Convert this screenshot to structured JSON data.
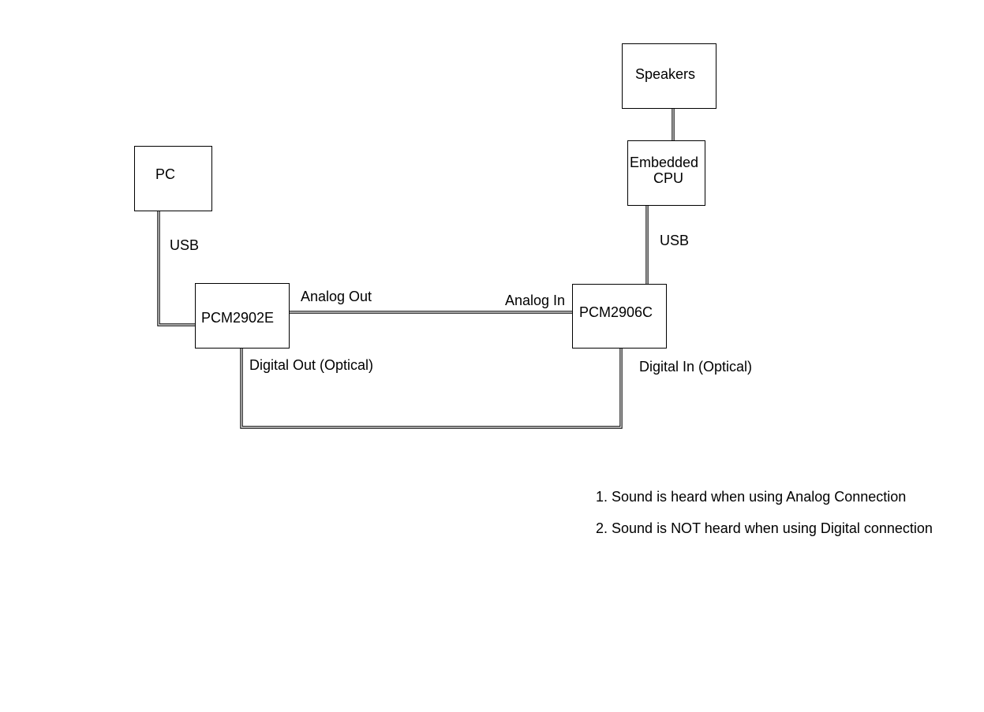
{
  "nodes": {
    "pc": {
      "label": "PC"
    },
    "pcm2902e": {
      "label": "PCM2902E"
    },
    "pcm2906c": {
      "label": "PCM2906C"
    },
    "embedded_cpu": {
      "line1": "Embedded",
      "line2": "CPU"
    },
    "speakers": {
      "label": "Speakers"
    }
  },
  "connections": {
    "pc_usb": "USB",
    "cpu_usb": "USB",
    "analog_out": "Analog Out",
    "analog_in": "Analog In",
    "digital_out": "Digital Out (Optical)",
    "digital_in": "Digital In (Optical)"
  },
  "notes": [
    "1. Sound is heard when using Analog Connection",
    "2. Sound is NOT heard when using Digital connection"
  ]
}
